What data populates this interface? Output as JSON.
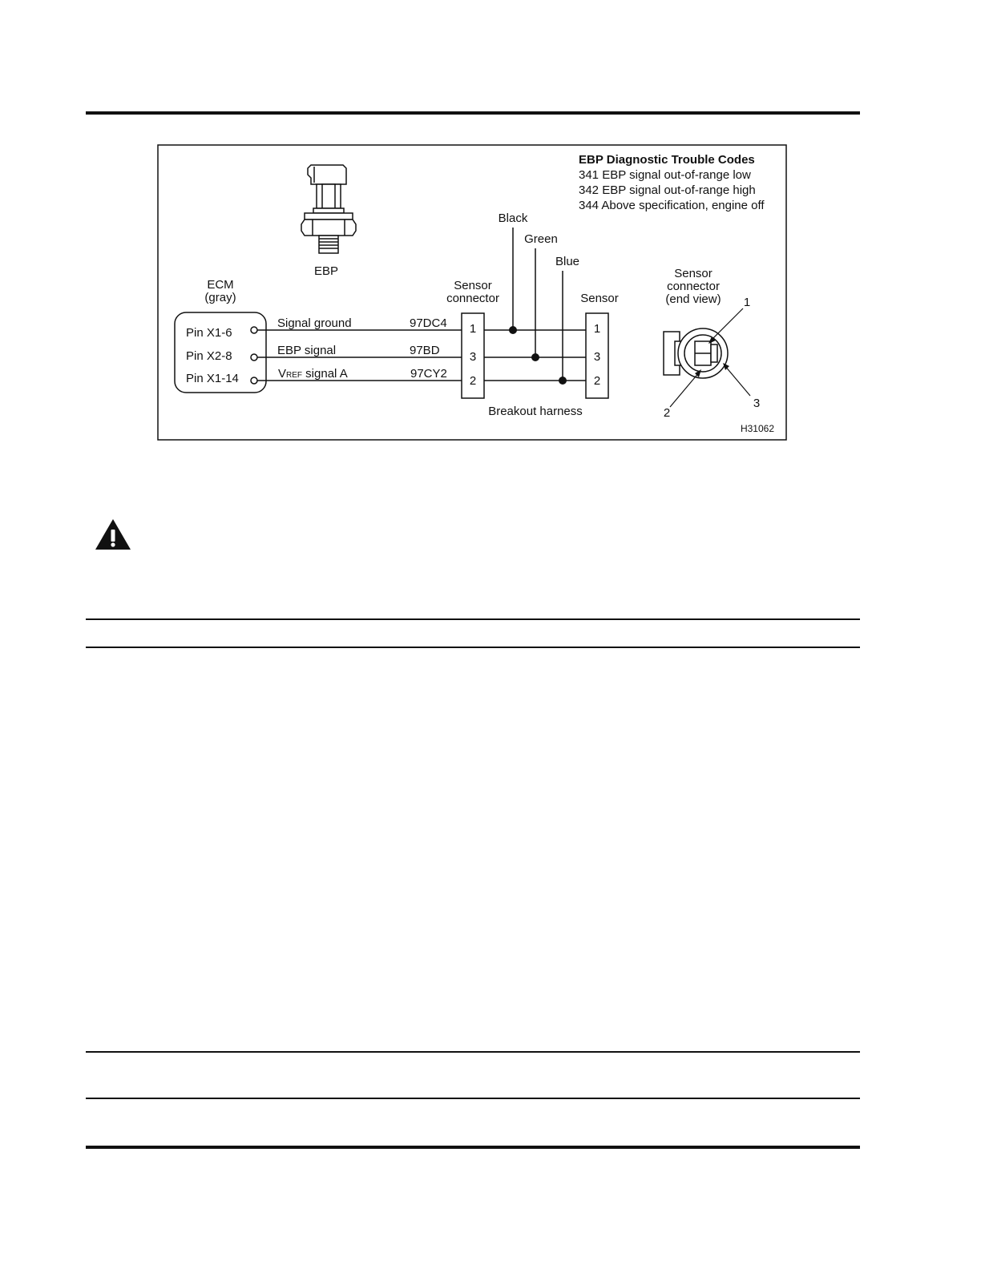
{
  "diagram": {
    "dtc_title": "EBP Diagnostic Trouble Codes",
    "dtc_lines": [
      "341 EBP signal out-of-range low",
      "342 EBP signal out-of-range high",
      "344 Above specification, engine off"
    ],
    "sensor_label": "EBP",
    "ecm": {
      "title": "ECM",
      "subtitle": "(gray)",
      "pins": [
        "Pin X1-6",
        "Pin X2-8",
        "Pin X1-14"
      ]
    },
    "circuits": [
      {
        "name": "Signal ground",
        "code": "97DC4"
      },
      {
        "name": "EBP signal",
        "code": "97BD"
      },
      {
        "name_main": "V",
        "name_sub": "REF",
        "name_rest": " signal A",
        "code": "97CY2"
      }
    ],
    "sensor_connector_label": [
      "Sensor",
      "connector"
    ],
    "sensor_label_right": "Sensor",
    "connector_pins": [
      "1",
      "3",
      "2"
    ],
    "sensor_pins": [
      "1",
      "3",
      "2"
    ],
    "breakout_label": "Breakout harness",
    "lead_colors": [
      "Black",
      "Green",
      "Blue"
    ],
    "end_view_label": [
      "Sensor",
      "connector",
      "(end view)"
    ],
    "end_view_pins": [
      "1",
      "2",
      "3"
    ],
    "figure_id": "H31062"
  },
  "warning_icon": "warning-triangle-icon"
}
